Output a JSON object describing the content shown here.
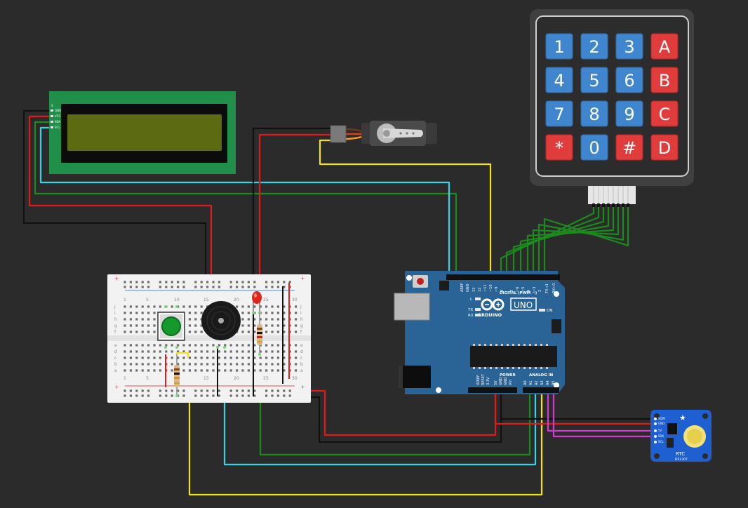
{
  "lcd": {
    "pins": [
      "S",
      "GND",
      "VCC",
      "SDA",
      "SCL"
    ]
  },
  "keypad": {
    "keys": [
      "1",
      "2",
      "3",
      "A",
      "4",
      "5",
      "6",
      "B",
      "7",
      "8",
      "9",
      "C",
      "*",
      "0",
      "#",
      "D"
    ]
  },
  "breadboard": {
    "column_numbers": [
      "1",
      "5",
      "10",
      "15",
      "20",
      "25",
      "30"
    ],
    "row_letters_top": [
      "j",
      "i",
      "h",
      "g",
      "f"
    ],
    "row_letters_bottom": [
      "e",
      "d",
      "c",
      "b",
      "a"
    ],
    "rail_plus": "+",
    "rail_minus": "-"
  },
  "arduino": {
    "aref": "AREF",
    "gnd": "GND",
    "digital_pins": [
      "13",
      "12",
      "~11",
      "~10",
      "~9",
      "8",
      "7",
      "~6",
      "~5",
      "4",
      "~3",
      "2",
      "TX→1",
      "RX←0"
    ],
    "digital_label": "DIGITAL (PWM ~)",
    "board_name": "UNO",
    "brand": "ARDUINO",
    "led_l": "L",
    "led_tx": "TX",
    "led_rx": "RX",
    "on_label": "ON",
    "power_label": "POWER",
    "analog_label": "ANALOG IN",
    "power_pins": [
      "IOREF",
      "RESET",
      "3.3V",
      "5V",
      "GND",
      "GND",
      "Vin"
    ],
    "analog_pins": [
      "A0",
      "A1",
      "A2",
      "A3",
      "A4",
      "A5"
    ]
  },
  "rtc": {
    "title": "RTC",
    "chip": "DS1307",
    "pins": [
      "SQW",
      "GND",
      "5V",
      "SDA",
      "SCL"
    ]
  },
  "colors": {
    "background": "#2b2b2b",
    "wire_red": "#e01b1b",
    "wire_black": "#111111",
    "wire_green": "#1c8a1c",
    "wire_cyan": "#33d6e6",
    "wire_yellow": "#f2e21a",
    "wire_magenta": "#d23ad2",
    "arduino_blue": "#2a6496",
    "lcd_green": "#1f8f4a",
    "key_blue": "#3f86cf",
    "key_red": "#e03c3c"
  }
}
